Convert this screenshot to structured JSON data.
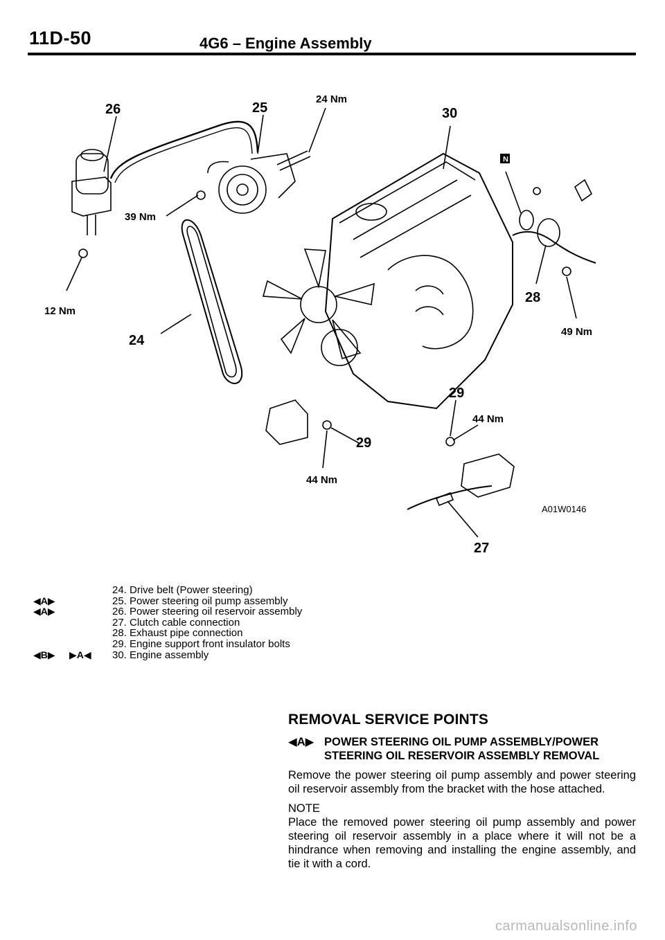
{
  "header": {
    "page_number": "11D-50",
    "title": "4G6 – Engine Assembly"
  },
  "figure": {
    "code": "A01W0146",
    "callouts": {
      "c26": "26",
      "c25": "25",
      "t24a": "24 Nm",
      "c30": "30",
      "n_box": "N",
      "t39": "39 Nm",
      "t12": "12 Nm",
      "c24": "24",
      "c28": "28",
      "t49": "49 Nm",
      "c29a": "29",
      "t44a": "44 Nm",
      "c29b": "29",
      "t44b": "44 Nm",
      "c27": "27"
    }
  },
  "legend": [
    {
      "marker": "",
      "marker2": "",
      "text": "24. Drive belt (Power steering)"
    },
    {
      "marker": "◀A▶",
      "marker2": "",
      "text": "25. Power steering oil pump assembly"
    },
    {
      "marker": "◀A▶",
      "marker2": "",
      "text": "26. Power steering oil reservoir assembly"
    },
    {
      "marker": "",
      "marker2": "",
      "text": "27. Clutch cable connection"
    },
    {
      "marker": "",
      "marker2": "",
      "text": "28. Exhaust pipe connection"
    },
    {
      "marker": "",
      "marker2": "",
      "text": "29. Engine support front insulator bolts"
    },
    {
      "marker": "◀B▶",
      "marker2": "▶A◀",
      "text": "30. Engine assembly"
    }
  ],
  "section": {
    "heading": "REMOVAL SERVICE POINTS",
    "subheading_marker": "◀A▶",
    "subheading": "POWER STEERING OIL PUMP ASSEMBLY/POWER STEERING OIL RESERVOIR ASSEMBLY REMOVAL",
    "para1": "Remove the power steering oil pump assembly and power steering oil reservoir assembly from the bracket with the hose attached.",
    "note_label": "NOTE",
    "para2": "Place the removed power steering oil pump assembly and power steering oil reservoir assembly in a place where it will not be a hindrance when removing and installing the engine assembly, and tie it with a cord."
  },
  "watermark": "carmanualsonline.info"
}
